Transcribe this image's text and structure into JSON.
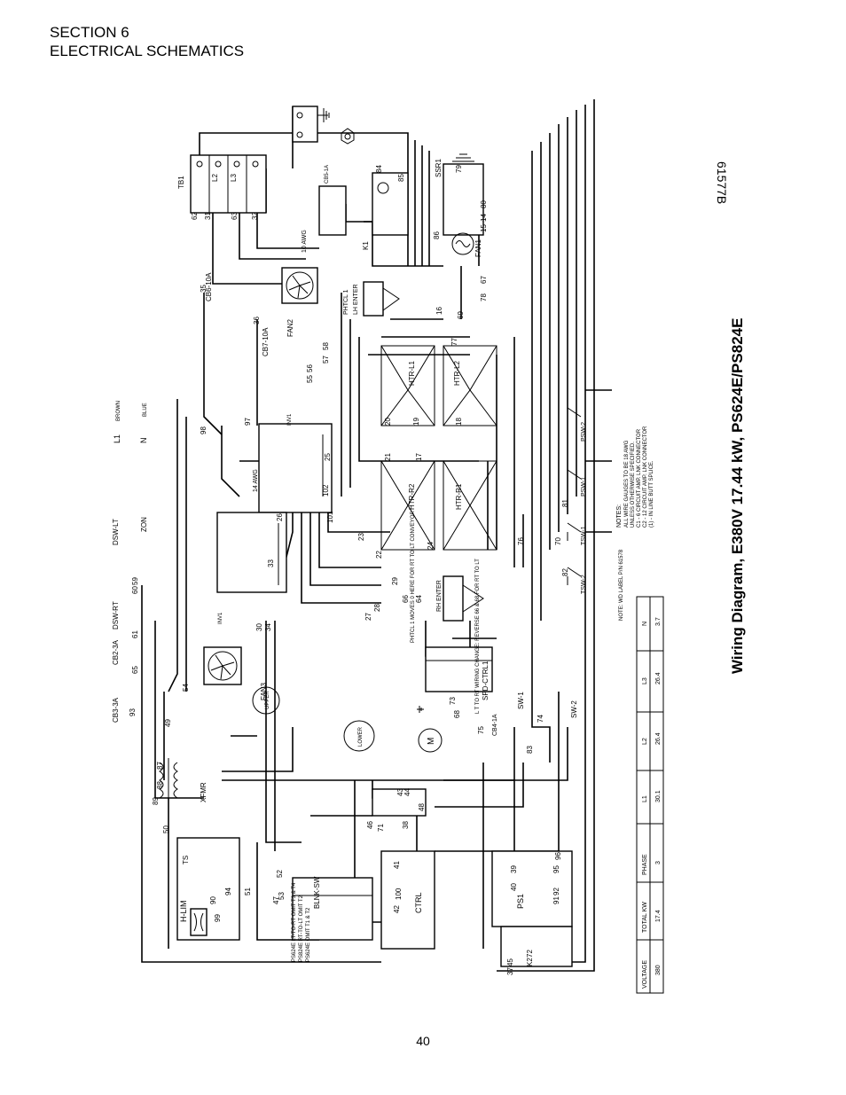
{
  "header": {
    "section": "SECTION 6",
    "subtitle": "ELECTRICAL  SCHEMATICS"
  },
  "diagram": {
    "title": "Wiring Diagram, E380V 17.44 kW, PS624E/PS824E",
    "drawing_number": "61577B",
    "page_number": "40",
    "component_labels": {
      "tb1": "TB1",
      "cb5": "CB5-1A",
      "k1": "K1",
      "ssr1": "SSR1",
      "fan1": "FAN1",
      "fan2": "FAN2",
      "fan3": "FAN3",
      "cb6": "CB6-10A",
      "cb7": "CB7-10A",
      "inv1": "INV1",
      "inv2": "INV1",
      "phtcl1": "PHTCL 1",
      "lh_enter": "LH ENTER",
      "rh_enter": "RH ENTER",
      "htr_l1": "HTR-L1",
      "htr_l2": "HTR-L2",
      "htr_r1": "HTR-R1",
      "htr_r2": "HTR-R2",
      "psw1": "PSW-1",
      "psw2": "PSW-2",
      "tsw1": "TSW-1",
      "tsw2": "TSW-2",
      "spd_ctrl1": "SPD-CTRL1",
      "sw1": "SW-1",
      "sw2": "SW-2",
      "cb4": "CB4-1A",
      "cb2": "CB2-3A",
      "cb3": "CB3-3A",
      "ds1": "DSW-LT",
      "ds2": "DSW-RT",
      "xfmr": "XFMR",
      "hlim": "H-LIM",
      "ts": "TS",
      "blnksw": "BLNK-SW",
      "ctrl": "CTRL",
      "ps1": "PS1",
      "k2": "K2",
      "upper": "UPPER",
      "lower": "LOWER",
      "m": "M",
      "zon": "ZON",
      "l1": "L1",
      "l2": "L2",
      "l3": "L3",
      "n": "N",
      "brown": "BROWN",
      "blue": "BLUE",
      "awg10": "10 AWG",
      "awg14": "14 AWG"
    },
    "wire_numbers": [
      "62",
      "31",
      "63",
      "32",
      "35",
      "36",
      "97",
      "98",
      "55",
      "56",
      "57",
      "58",
      "84",
      "85",
      "86",
      "79",
      "80",
      "14",
      "15",
      "16",
      "69",
      "67",
      "78",
      "77",
      "20",
      "19",
      "18",
      "21",
      "17",
      "23",
      "24",
      "22",
      "70",
      "76",
      "82",
      "81",
      "83",
      "75",
      "74",
      "73",
      "68",
      "66",
      "64",
      "65",
      "59",
      "60",
      "61",
      "93",
      "89",
      "88",
      "87",
      "50",
      "51",
      "52",
      "53",
      "54",
      "49",
      "47",
      "46",
      "41",
      "42",
      "43",
      "44",
      "45",
      "37",
      "38",
      "39",
      "40",
      "95",
      "96",
      "91",
      "92",
      "90",
      "94",
      "99",
      "100",
      "101",
      "102",
      "25",
      "26",
      "27",
      "28",
      "29",
      "30",
      "34",
      "33",
      "48",
      "71",
      "72"
    ],
    "notes": {
      "heading": "NOTES:",
      "lines": [
        "ALL WIRE GAUGES TO BE 18 AWG",
        "UNLESS OTHERWISE SPECIFIED.",
        "C1 - 6 CIRCUIT AMP. LNK CONNECTOR",
        "C2 - 12 CIRCUIT AMP. LNK CONNECTOR",
        "(1) - IN LINE BUTT SPLICE."
      ],
      "label_note": "NOTE: WD LABEL P/N 61578"
    },
    "callouts": {
      "phtcl_move": "PHTCL 1 MOVES 0 HERE FOR RT TO LT CONVEYOR",
      "reversal": "L T TO RT WIRING CHANGE: REVERSE 66 & 68 FOR RT TO LT",
      "thermo_1": "PS624E LT-TO-RT OMIT T3 & T4",
      "thermo_2": "PS824E RT-TO-LT OMIT T2",
      "thermo_3": "PS624E OMIT T1 & T2"
    },
    "table": {
      "headers": [
        "VOLTAGE",
        "TOTAL KW",
        "PHASE",
        "L1",
        "L2",
        "L3",
        "N"
      ],
      "values": [
        "380",
        "17.4",
        "3",
        "30.1",
        "26.4",
        "26.4",
        "3.7"
      ]
    }
  }
}
